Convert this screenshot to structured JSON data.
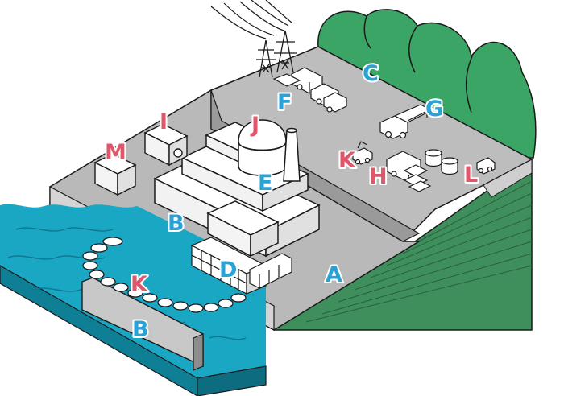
{
  "colors": {
    "water": "#17a6c4",
    "water_dark": "#0f8aa6",
    "ground_top": "#b9b9b9",
    "ground_side": "#8f8f8f",
    "forest": "#3aa565",
    "forest_side": "#2f7f50",
    "building": "#ffffff",
    "outline": "#1a1a1a",
    "label_blue": "#29a3d6",
    "label_red": "#e0566b"
  },
  "labels": {
    "a": "A",
    "b_building": "B",
    "b_seawall": "B",
    "c": "C",
    "d": "D",
    "e": "E",
    "f": "F",
    "g": "G",
    "h": "H",
    "i": "I",
    "j": "J",
    "k_boom": "K",
    "k_vehicle": "K",
    "l": "L",
    "m": "M"
  }
}
